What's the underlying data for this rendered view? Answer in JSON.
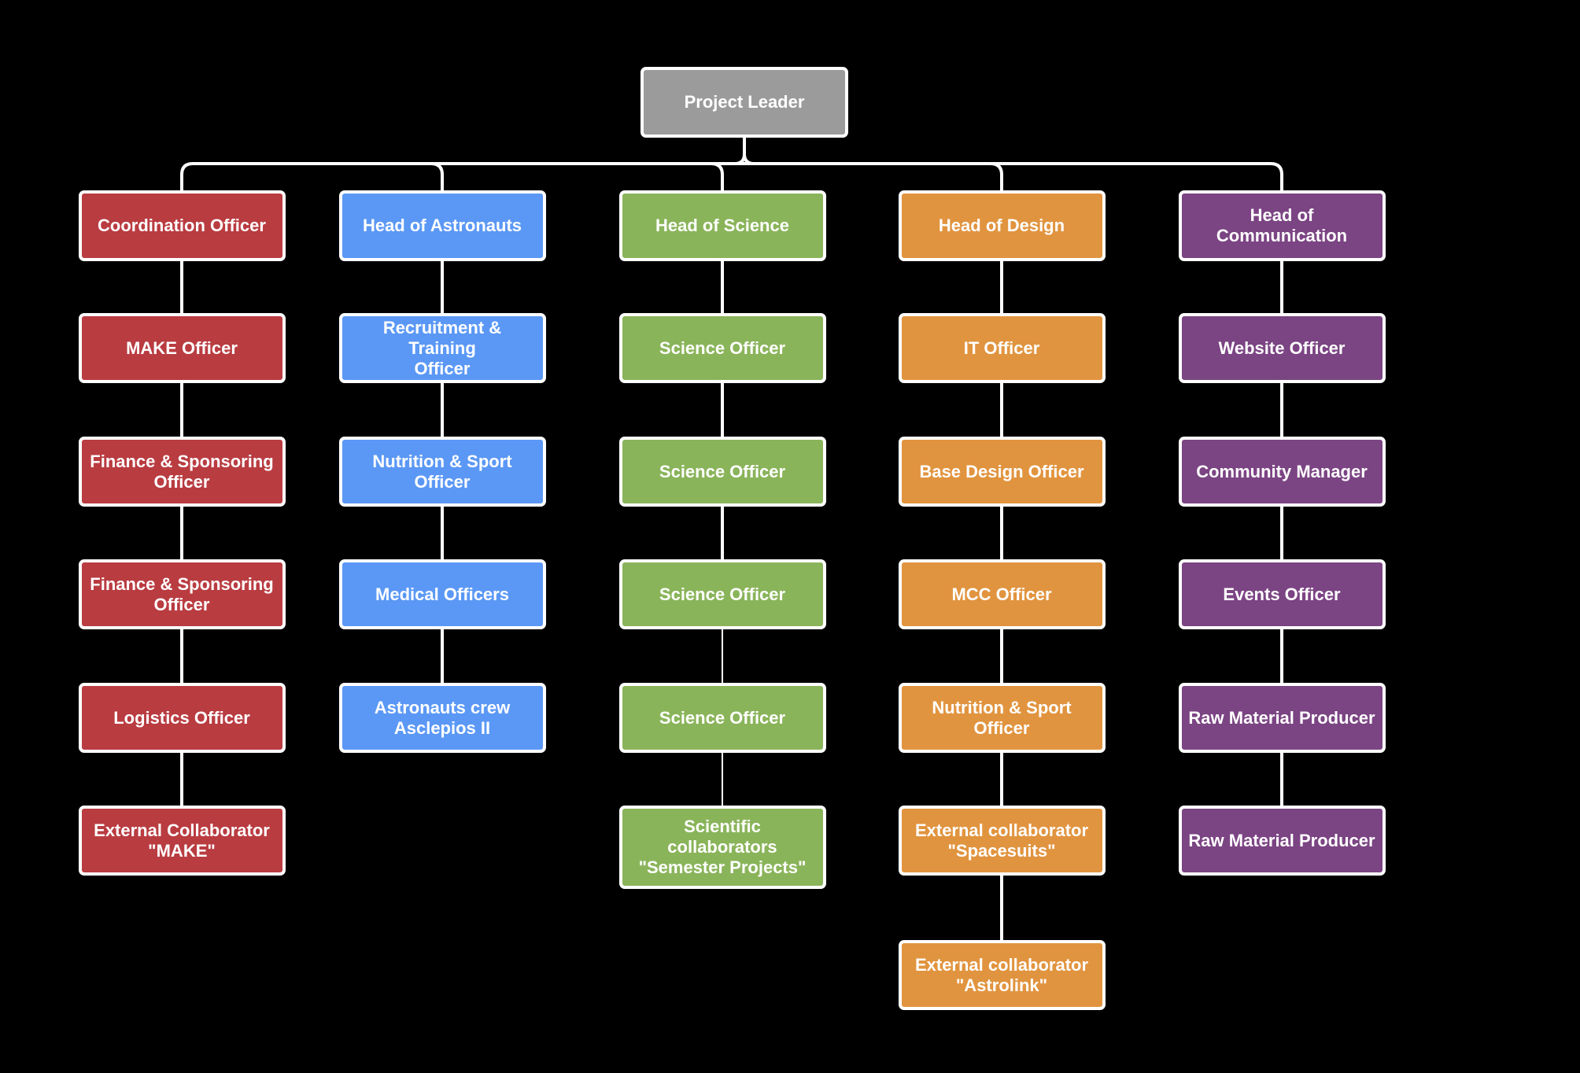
{
  "root": {
    "label": "Project Leader",
    "color": "#9b9b9b"
  },
  "line_color": "#ffffff",
  "departments": [
    {
      "head": "Coordination Officer",
      "color": "#b93c41",
      "members": [
        "MAKE Officer",
        "Finance & Sponsoring\nOfficer",
        "Finance & Sponsoring\nOfficer",
        "Logistics Officer",
        "External Collaborator\n\"MAKE\""
      ]
    },
    {
      "head": "Head of Astronauts",
      "color": "#5b98f5",
      "members": [
        "Recruitment & Training\nOfficer",
        "Nutrition & Sport\nOfficer",
        "Medical Officers",
        "Astronauts crew\nAsclepios II"
      ]
    },
    {
      "head": "Head of Science",
      "color": "#8ab45a",
      "members": [
        "Science Officer",
        "Science Officer",
        "Science Officer",
        "Science Officer",
        "Scientific\ncollaborators\n\"Semester Projects\""
      ]
    },
    {
      "head": "Head of Design",
      "color": "#e1943f",
      "members": [
        "IT Officer",
        "Base Design Officer",
        "MCC Officer",
        "Nutrition & Sport\nOfficer",
        "External collaborator\n\"Spacesuits\"",
        "External collaborator\n\"Astrolink\""
      ]
    },
    {
      "head": "Head of Communication",
      "color": "#7b4483",
      "members": [
        "Website Officer",
        "Community Manager",
        "Events Officer",
        "Raw Material Producer",
        "Raw Material Producer"
      ]
    }
  ]
}
